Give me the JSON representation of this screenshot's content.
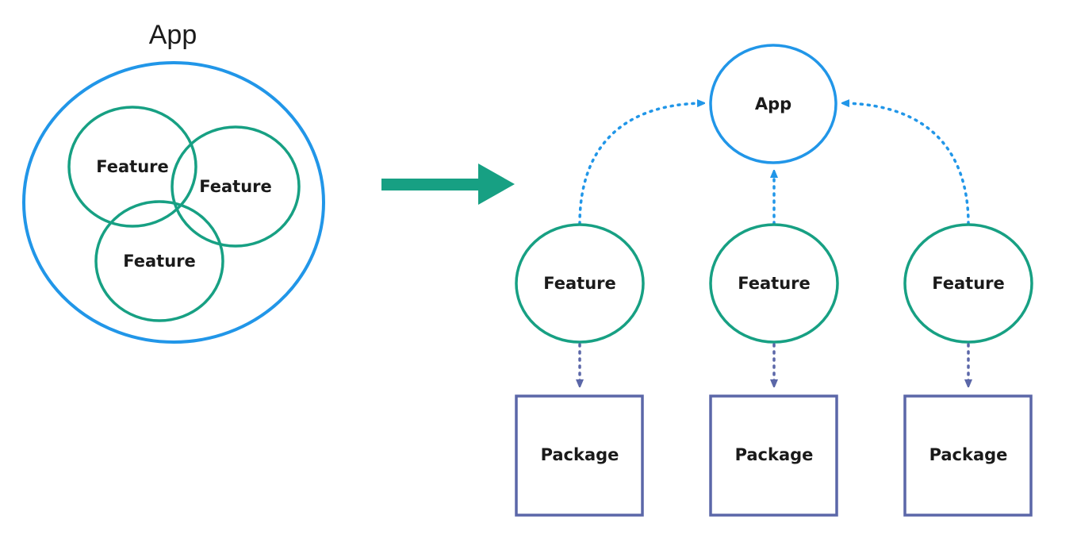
{
  "colors": {
    "app": "#2196e8",
    "feature": "#17a083",
    "package": "#5b67a8",
    "arrow": "#17a083",
    "text": "#1a1a1a"
  },
  "left": {
    "app_title": "App",
    "features": [
      "Feature",
      "Feature",
      "Feature"
    ]
  },
  "right": {
    "app": "App",
    "features": [
      "Feature",
      "Feature",
      "Feature"
    ],
    "packages": [
      "Package",
      "Package",
      "Package"
    ]
  }
}
